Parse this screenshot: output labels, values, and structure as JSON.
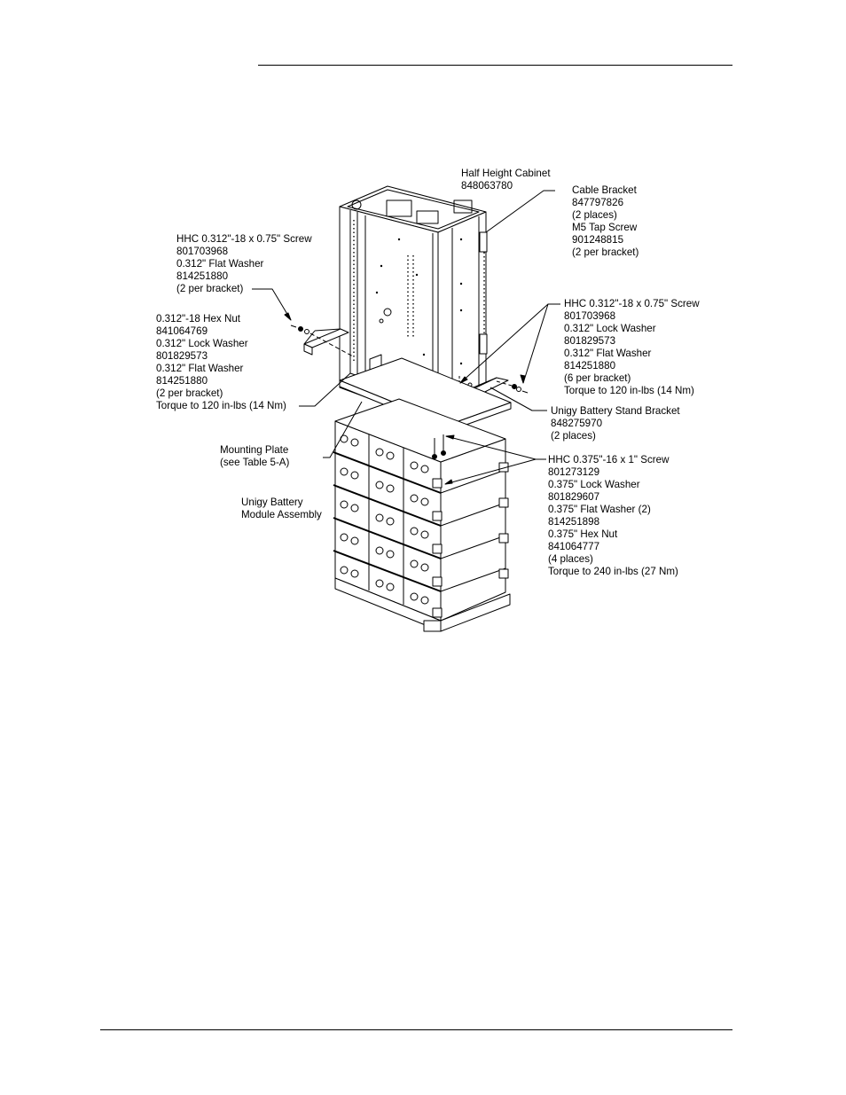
{
  "labels": {
    "cabinet": [
      "Half Height Cabinet",
      "848063780"
    ],
    "cable_bracket": [
      "Cable Bracket",
      "847797826",
      "(2 places)",
      "M5 Tap Screw",
      "901248815",
      "(2 per bracket)"
    ],
    "left_screw": [
      "HHC 0.312\"-18 x 0.75\" Screw",
      "801703968",
      "0.312\" Flat Washer",
      "814251880",
      "(2 per bracket)"
    ],
    "left_nut": [
      "0.312\"-18 Hex Nut",
      "841064769",
      "0.312\" Lock Washer",
      "801829573",
      "0.312\" Flat Washer",
      "814251880",
      "(2 per bracket)",
      "Torque to 120 in-lbs (14 Nm)"
    ],
    "right_screw": [
      "HHC 0.312\"-18 x 0.75\" Screw",
      "801703968",
      "0.312\" Lock Washer",
      "801829573",
      "0.312\" Flat Washer",
      "814251880",
      "(6 per bracket)",
      "Torque to 120 in-lbs (14 Nm)"
    ],
    "stand_bracket": [
      "Unigy Battery Stand Bracket",
      "848275970",
      "(2 places)"
    ],
    "mounting_plate": [
      "Mounting Plate",
      "(see Table 5-A)"
    ],
    "battery_module": [
      "Unigy Battery",
      "Module Assembly"
    ],
    "large_screw": [
      "HHC 0.375\"-16 x 1\" Screw",
      "801273129",
      "0.375\" Lock Washer",
      "801829607",
      "0.375\" Flat Washer (2)",
      "814251898",
      "0.375\" Hex Nut",
      "841064777",
      "(4 places)",
      "Torque to 240 in-lbs (27 Nm)"
    ]
  }
}
